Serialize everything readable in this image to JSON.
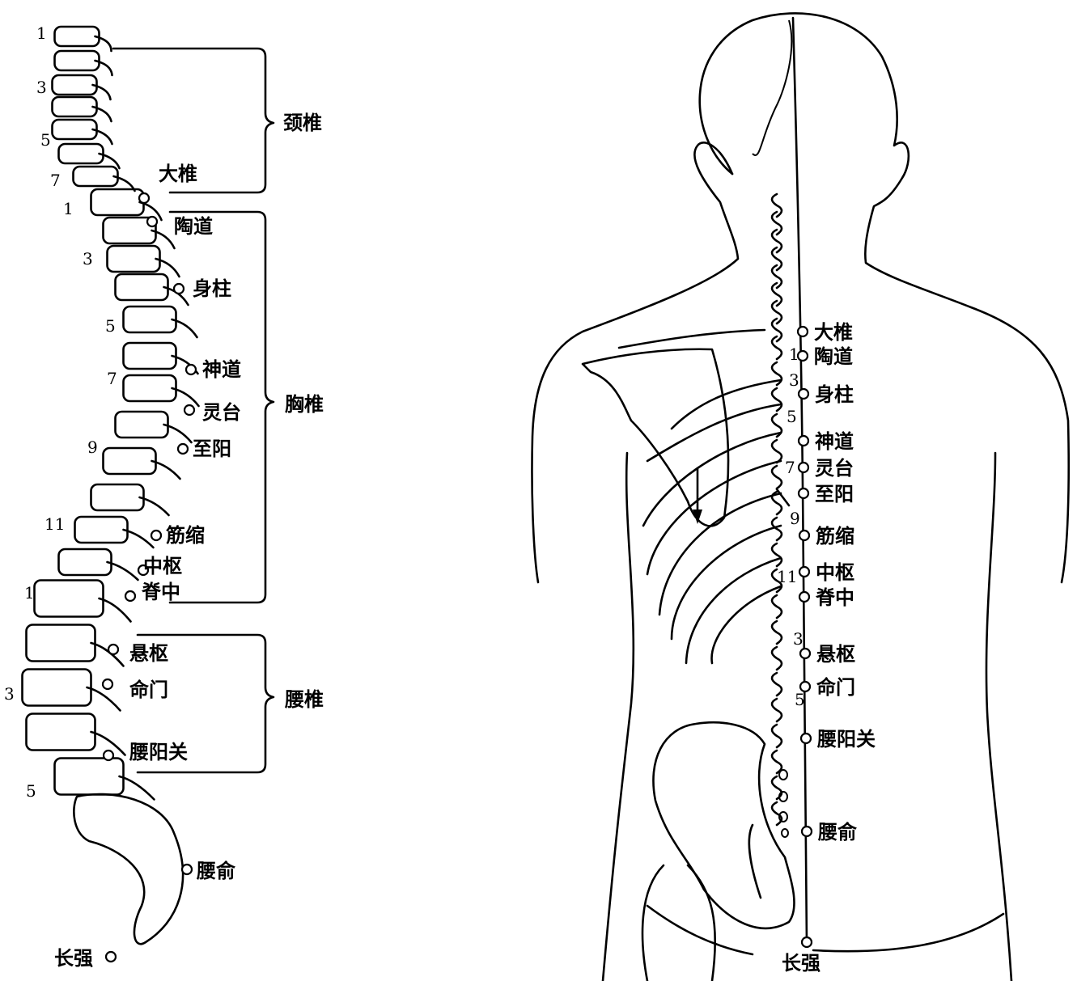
{
  "left_figure": {
    "regions": [
      {
        "label": "颈椎"
      },
      {
        "label": "胸椎"
      },
      {
        "label": "腰椎"
      }
    ],
    "vertebra_numbers": [
      "1",
      "3",
      "5",
      "7",
      "1",
      "3",
      "5",
      "7",
      "9",
      "11",
      "1",
      "3",
      "5"
    ],
    "points": [
      "大椎",
      "陶道",
      "身柱",
      "神道",
      "灵台",
      "至阳",
      "筋缩",
      "中枢",
      "脊中",
      "悬枢",
      "命门",
      "腰阳关",
      "腰俞",
      "长强"
    ]
  },
  "right_figure": {
    "vertebra_numbers": [
      "1",
      "3",
      "5",
      "7",
      "9",
      "11",
      "3",
      "5"
    ],
    "points": [
      "大椎",
      "陶道",
      "身柱",
      "神道",
      "灵台",
      "至阳",
      "筋缩",
      "中枢",
      "脊中",
      "悬枢",
      "命门",
      "腰阳关",
      "腰俞",
      "长强"
    ]
  }
}
